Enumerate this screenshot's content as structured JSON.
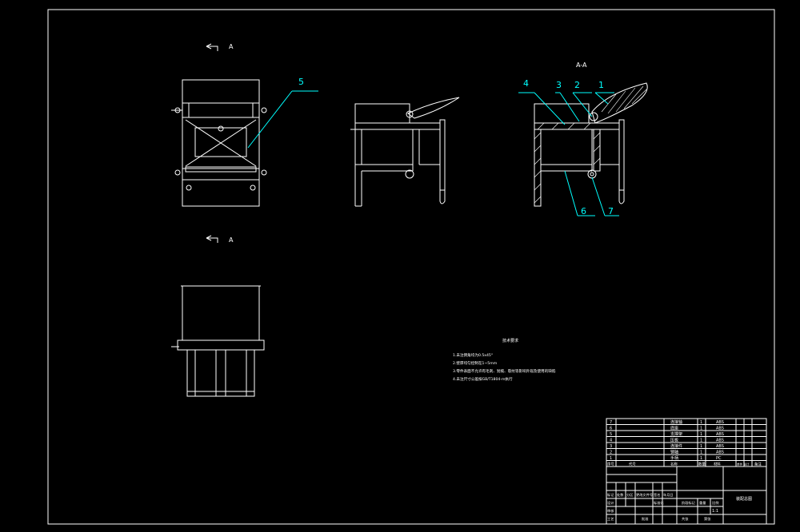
{
  "views": {
    "section_marker_top": "A",
    "section_marker_bottom": "A",
    "section_title": "A-A"
  },
  "balloons": {
    "b1": "1",
    "b2": "2",
    "b3": "3",
    "b4": "4",
    "b5": "5",
    "b6": "6",
    "b7": "7"
  },
  "notes": {
    "title": "技术要求",
    "lines": [
      "1.未注倒角均为0.5x45°",
      "2.壁厚均匀控制在1~5mm",
      "3.零件表面不允许有毛刺、划痕、裂纹等影响外观及使用的缺陷",
      "4.未注尺寸公差按GB/T1804-m执行"
    ]
  },
  "bom": {
    "rows": [
      {
        "no": "7",
        "name": "连接轴",
        "qty": "1",
        "material": "ABS"
      },
      {
        "no": "6",
        "name": "底座",
        "qty": "1",
        "material": "ABS"
      },
      {
        "no": "5",
        "name": "支撑架",
        "qty": "1",
        "material": "ABS"
      },
      {
        "no": "4",
        "name": "压板",
        "qty": "1",
        "material": "ABS"
      },
      {
        "no": "3",
        "name": "连接件",
        "qty": "1",
        "material": "ABS"
      },
      {
        "no": "2",
        "name": "销轴",
        "qty": "1",
        "material": "ABS"
      },
      {
        "no": "1",
        "name": "手柄",
        "qty": "1",
        "material": "PC"
      }
    ],
    "header": {
      "no": "序号",
      "code": "代号",
      "name": "名称",
      "qty": "数量",
      "material": "材料",
      "weight": "单件 总计",
      "remark": "备注"
    }
  },
  "title_block": {
    "drawing_name": "装配总图",
    "scale_label": "比例",
    "scale": "1:1",
    "labels": [
      "标记",
      "处数",
      "分区",
      "更改文件号",
      "签名",
      "年月日"
    ],
    "roles": [
      "设计",
      "审核",
      "工艺",
      "标准化",
      "批准"
    ],
    "stage_label": "阶段标记",
    "weight_label": "重量",
    "sheet_label": "共张",
    "sheet2_label": "第张"
  }
}
